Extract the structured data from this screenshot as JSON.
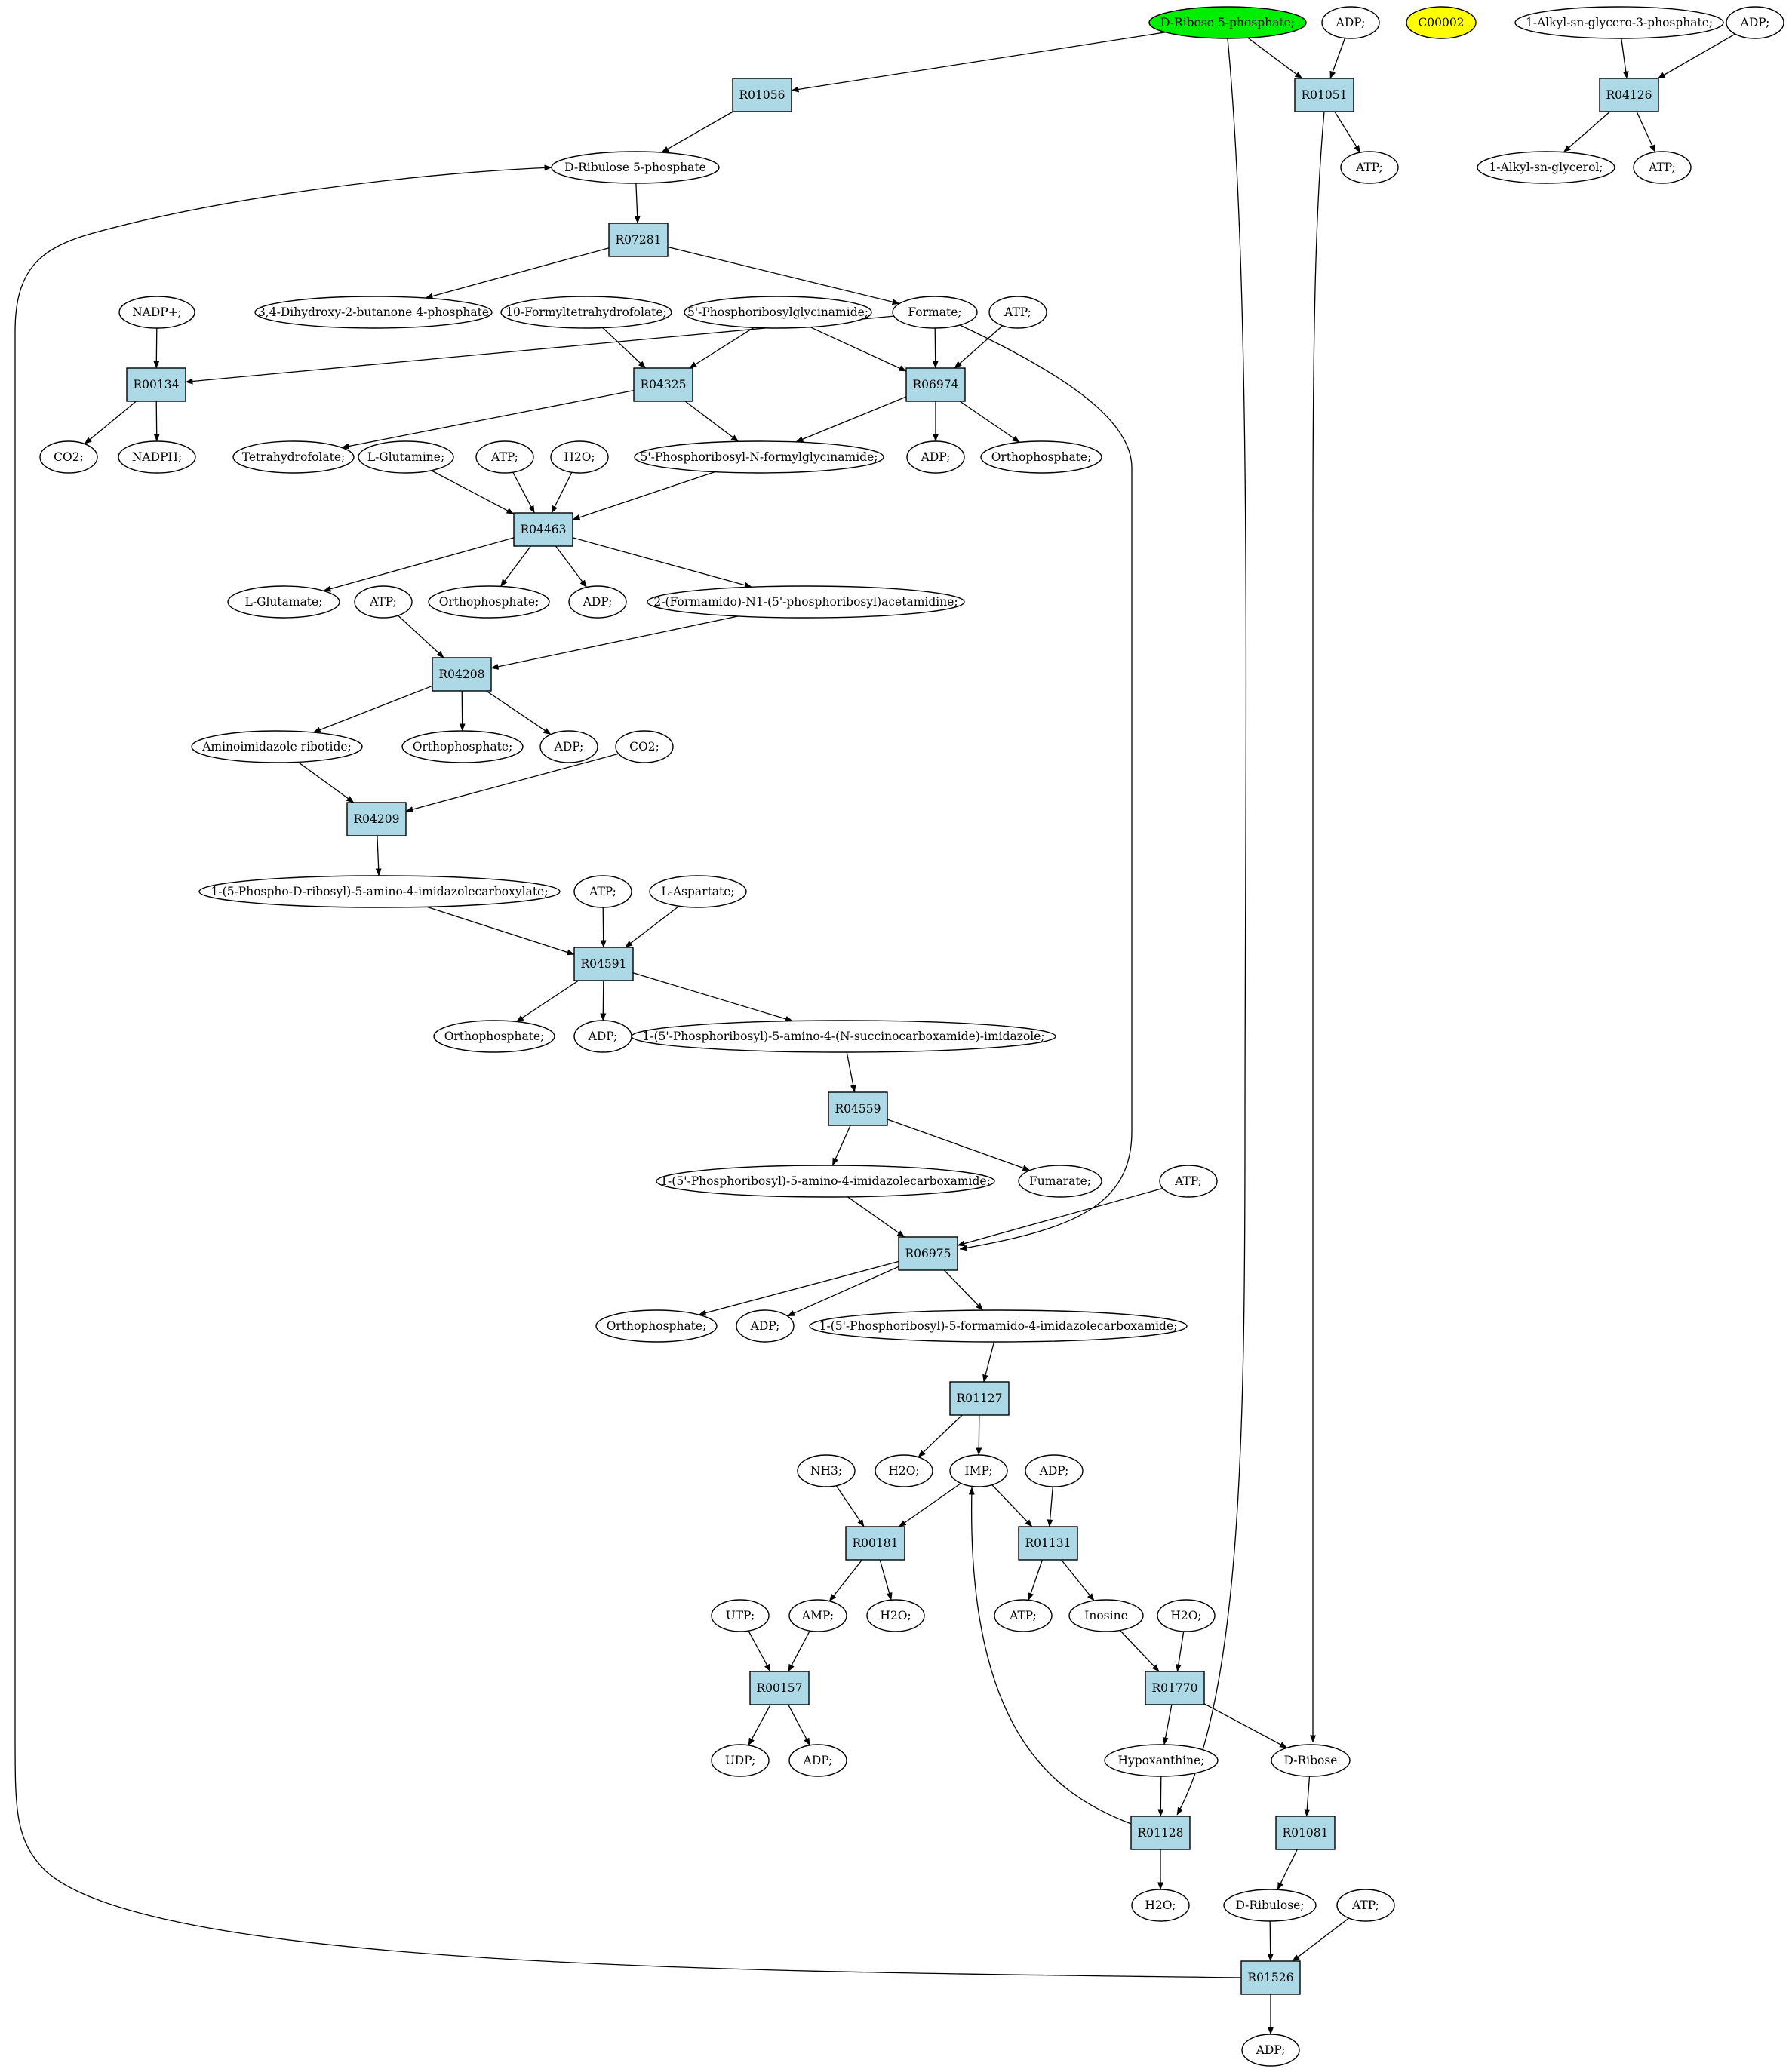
{
  "colors": {
    "reaction_fill": "#add8e6",
    "compound_fill": "#ffffff",
    "highlight_start": "#00ee00",
    "highlight_other": "#ffff00",
    "stroke": "#000000"
  },
  "nodes": [
    {
      "id": "c_rib5p",
      "type": "compound",
      "label": "D-Ribose 5-phosphate;",
      "fill": "#00ee00"
    },
    {
      "id": "c_adp_a",
      "type": "compound",
      "label": "ADP;"
    },
    {
      "id": "c_c00002",
      "type": "compound",
      "label": "C00002",
      "fill": "#ffff00"
    },
    {
      "id": "c_alkylg3p",
      "type": "compound",
      "label": "1-Alkyl-sn-glycero-3-phosphate;"
    },
    {
      "id": "c_adp_b",
      "type": "compound",
      "label": "ADP;"
    },
    {
      "id": "r_R01056",
      "type": "reaction",
      "label": "R01056"
    },
    {
      "id": "r_R01051",
      "type": "reaction",
      "label": "R01051"
    },
    {
      "id": "r_R04126",
      "type": "reaction",
      "label": "R04126"
    },
    {
      "id": "c_ribulose5p",
      "type": "compound",
      "label": "D-Ribulose 5-phosphate"
    },
    {
      "id": "c_atp_a",
      "type": "compound",
      "label": "ATP;"
    },
    {
      "id": "c_alkylg",
      "type": "compound",
      "label": "1-Alkyl-sn-glycerol;"
    },
    {
      "id": "c_atp_b",
      "type": "compound",
      "label": "ATP;"
    },
    {
      "id": "r_R07281",
      "type": "reaction",
      "label": "R07281"
    },
    {
      "id": "c_nadp",
      "type": "compound",
      "label": "NADP+;"
    },
    {
      "id": "c_dhbp",
      "type": "compound",
      "label": "3,4-Dihydroxy-2-butanone 4-phosphate"
    },
    {
      "id": "c_fthf",
      "type": "compound",
      "label": "10-Formyltetrahydrofolate;"
    },
    {
      "id": "c_gar",
      "type": "compound",
      "label": "5'-Phosphoribosylglycinamide;"
    },
    {
      "id": "c_formate",
      "type": "compound",
      "label": "Formate;"
    },
    {
      "id": "c_atp_c",
      "type": "compound",
      "label": "ATP;"
    },
    {
      "id": "r_R00134",
      "type": "reaction",
      "label": "R00134"
    },
    {
      "id": "r_R04325",
      "type": "reaction",
      "label": "R04325"
    },
    {
      "id": "r_R06974",
      "type": "reaction",
      "label": "R06974"
    },
    {
      "id": "c_co2_a",
      "type": "compound",
      "label": "CO2;"
    },
    {
      "id": "c_nadph",
      "type": "compound",
      "label": "NADPH;"
    },
    {
      "id": "c_thf",
      "type": "compound",
      "label": "Tetrahydrofolate;"
    },
    {
      "id": "c_lgln",
      "type": "compound",
      "label": "L-Glutamine;"
    },
    {
      "id": "c_atp_d",
      "type": "compound",
      "label": "ATP;"
    },
    {
      "id": "c_h2o_a",
      "type": "compound",
      "label": "H2O;"
    },
    {
      "id": "c_fgar",
      "type": "compound",
      "label": "5'-Phosphoribosyl-N-formylglycinamide;"
    },
    {
      "id": "c_adp_c",
      "type": "compound",
      "label": "ADP;"
    },
    {
      "id": "c_pi_a",
      "type": "compound",
      "label": "Orthophosphate;"
    },
    {
      "id": "r_R04463",
      "type": "reaction",
      "label": "R04463"
    },
    {
      "id": "c_lglu",
      "type": "compound",
      "label": "L-Glutamate;"
    },
    {
      "id": "c_pi_b",
      "type": "compound",
      "label": "Orthophosphate;"
    },
    {
      "id": "c_adp_d",
      "type": "compound",
      "label": "ADP;"
    },
    {
      "id": "c_fgam",
      "type": "compound",
      "label": "2-(Formamido)-N1-(5'-phosphoribosyl)acetamidine;"
    },
    {
      "id": "c_atp_e",
      "type": "compound",
      "label": "ATP;"
    },
    {
      "id": "r_R04208",
      "type": "reaction",
      "label": "R04208"
    },
    {
      "id": "c_air",
      "type": "compound",
      "label": "Aminoimidazole ribotide;"
    },
    {
      "id": "c_pi_c",
      "type": "compound",
      "label": "Orthophosphate;"
    },
    {
      "id": "c_adp_e",
      "type": "compound",
      "label": "ADP;"
    },
    {
      "id": "c_co2_b",
      "type": "compound",
      "label": "CO2;"
    },
    {
      "id": "r_R04209",
      "type": "reaction",
      "label": "R04209"
    },
    {
      "id": "c_cair",
      "type": "compound",
      "label": "1-(5-Phospho-D-ribosyl)-5-amino-4-imidazolecarboxylate;"
    },
    {
      "id": "c_atp_f",
      "type": "compound",
      "label": "ATP;"
    },
    {
      "id": "c_lasp",
      "type": "compound",
      "label": "L-Aspartate;"
    },
    {
      "id": "r_R04591",
      "type": "reaction",
      "label": "R04591"
    },
    {
      "id": "c_pi_d",
      "type": "compound",
      "label": "Orthophosphate;"
    },
    {
      "id": "c_adp_f",
      "type": "compound",
      "label": "ADP;"
    },
    {
      "id": "c_saicar",
      "type": "compound",
      "label": "1-(5'-Phosphoribosyl)-5-amino-4-(N-succinocarboxamide)-imidazole;"
    },
    {
      "id": "r_R04559",
      "type": "reaction",
      "label": "R04559"
    },
    {
      "id": "c_aicar",
      "type": "compound",
      "label": "1-(5'-Phosphoribosyl)-5-amino-4-imidazolecarboxamide;"
    },
    {
      "id": "c_fumarate",
      "type": "compound",
      "label": "Fumarate;"
    },
    {
      "id": "c_atp_g",
      "type": "compound",
      "label": "ATP;"
    },
    {
      "id": "r_R06975",
      "type": "reaction",
      "label": "R06975"
    },
    {
      "id": "c_pi_e",
      "type": "compound",
      "label": "Orthophosphate;"
    },
    {
      "id": "c_adp_g",
      "type": "compound",
      "label": "ADP;"
    },
    {
      "id": "c_faicar",
      "type": "compound",
      "label": "1-(5'-Phosphoribosyl)-5-formamido-4-imidazolecarboxamide;"
    },
    {
      "id": "r_R01127",
      "type": "reaction",
      "label": "R01127"
    },
    {
      "id": "c_nh3",
      "type": "compound",
      "label": "NH3;"
    },
    {
      "id": "c_h2o_b",
      "type": "compound",
      "label": "H2O;"
    },
    {
      "id": "c_imp",
      "type": "compound",
      "label": "IMP;"
    },
    {
      "id": "c_adp_h",
      "type": "compound",
      "label": "ADP;"
    },
    {
      "id": "r_R00181",
      "type": "reaction",
      "label": "R00181"
    },
    {
      "id": "r_R01131",
      "type": "reaction",
      "label": "R01131"
    },
    {
      "id": "c_utp",
      "type": "compound",
      "label": "UTP;"
    },
    {
      "id": "c_amp",
      "type": "compound",
      "label": "AMP;"
    },
    {
      "id": "c_h2o_c",
      "type": "compound",
      "label": "H2O;"
    },
    {
      "id": "c_atp_h",
      "type": "compound",
      "label": "ATP;"
    },
    {
      "id": "c_inosine",
      "type": "compound",
      "label": "Inosine"
    },
    {
      "id": "c_h2o_d",
      "type": "compound",
      "label": "H2O;"
    },
    {
      "id": "r_R00157",
      "type": "reaction",
      "label": "R00157"
    },
    {
      "id": "r_R01770",
      "type": "reaction",
      "label": "R01770"
    },
    {
      "id": "c_udp",
      "type": "compound",
      "label": "UDP;"
    },
    {
      "id": "c_adp_i",
      "type": "compound",
      "label": "ADP;"
    },
    {
      "id": "c_hypox",
      "type": "compound",
      "label": "Hypoxanthine;"
    },
    {
      "id": "c_dribose",
      "type": "compound",
      "label": "D-Ribose"
    },
    {
      "id": "r_R01128",
      "type": "reaction",
      "label": "R01128"
    },
    {
      "id": "r_R01081",
      "type": "reaction",
      "label": "R01081"
    },
    {
      "id": "c_h2o_e",
      "type": "compound",
      "label": "H2O;"
    },
    {
      "id": "c_dribulose",
      "type": "compound",
      "label": "D-Ribulose;"
    },
    {
      "id": "c_atp_i",
      "type": "compound",
      "label": "ATP;"
    },
    {
      "id": "r_R01526",
      "type": "reaction",
      "label": "R01526"
    },
    {
      "id": "c_adp_j",
      "type": "compound",
      "label": "ADP;"
    }
  ],
  "edges": [
    [
      "c_rib5p",
      "r_R01056"
    ],
    [
      "c_rib5p",
      "r_R01051"
    ],
    [
      "c_rib5p",
      "r_R01128"
    ],
    [
      "c_adp_a",
      "r_R01051"
    ],
    [
      "r_R01051",
      "c_atp_a"
    ],
    [
      "r_R01051",
      "c_dribose"
    ],
    [
      "c_alkylg3p",
      "r_R04126"
    ],
    [
      "c_adp_b",
      "r_R04126"
    ],
    [
      "r_R04126",
      "c_alkylg"
    ],
    [
      "r_R04126",
      "c_atp_b"
    ],
    [
      "r_R01056",
      "c_ribulose5p"
    ],
    [
      "c_ribulose5p",
      "r_R07281"
    ],
    [
      "r_R07281",
      "c_dhbp"
    ],
    [
      "r_R07281",
      "c_formate"
    ],
    [
      "c_nadp",
      "r_R00134"
    ],
    [
      "c_formate",
      "r_R00134"
    ],
    [
      "r_R00134",
      "c_co2_a"
    ],
    [
      "r_R00134",
      "c_nadph"
    ],
    [
      "c_fthf",
      "r_R04325"
    ],
    [
      "c_gar",
      "r_R04325"
    ],
    [
      "r_R04325",
      "c_thf"
    ],
    [
      "r_R04325",
      "c_fgar"
    ],
    [
      "c_gar",
      "r_R06974"
    ],
    [
      "c_formate",
      "r_R06974"
    ],
    [
      "c_atp_c",
      "r_R06974"
    ],
    [
      "r_R06974",
      "c_fgar"
    ],
    [
      "r_R06974",
      "c_adp_c"
    ],
    [
      "r_R06974",
      "c_pi_a"
    ],
    [
      "c_formate",
      "r_R06975"
    ],
    [
      "c_lgln",
      "r_R04463"
    ],
    [
      "c_atp_d",
      "r_R04463"
    ],
    [
      "c_h2o_a",
      "r_R04463"
    ],
    [
      "c_fgar",
      "r_R04463"
    ],
    [
      "r_R04463",
      "c_lglu"
    ],
    [
      "r_R04463",
      "c_pi_b"
    ],
    [
      "r_R04463",
      "c_adp_d"
    ],
    [
      "r_R04463",
      "c_fgam"
    ],
    [
      "c_atp_e",
      "r_R04208"
    ],
    [
      "c_fgam",
      "r_R04208"
    ],
    [
      "r_R04208",
      "c_air"
    ],
    [
      "r_R04208",
      "c_pi_c"
    ],
    [
      "r_R04208",
      "c_adp_e"
    ],
    [
      "c_air",
      "r_R04209"
    ],
    [
      "c_co2_b",
      "r_R04209"
    ],
    [
      "r_R04209",
      "c_cair"
    ],
    [
      "c_cair",
      "r_R04591"
    ],
    [
      "c_atp_f",
      "r_R04591"
    ],
    [
      "c_lasp",
      "r_R04591"
    ],
    [
      "r_R04591",
      "c_pi_d"
    ],
    [
      "r_R04591",
      "c_adp_f"
    ],
    [
      "r_R04591",
      "c_saicar"
    ],
    [
      "c_saicar",
      "r_R04559"
    ],
    [
      "r_R04559",
      "c_aicar"
    ],
    [
      "r_R04559",
      "c_fumarate"
    ],
    [
      "c_aicar",
      "r_R06975"
    ],
    [
      "c_atp_g",
      "r_R06975"
    ],
    [
      "r_R06975",
      "c_pi_e"
    ],
    [
      "r_R06975",
      "c_adp_g"
    ],
    [
      "r_R06975",
      "c_faicar"
    ],
    [
      "c_faicar",
      "r_R01127"
    ],
    [
      "r_R01127",
      "c_h2o_b"
    ],
    [
      "r_R01127",
      "c_imp"
    ],
    [
      "c_nh3",
      "r_R00181"
    ],
    [
      "c_imp",
      "r_R00181"
    ],
    [
      "r_R00181",
      "c_amp"
    ],
    [
      "r_R00181",
      "c_h2o_c"
    ],
    [
      "c_imp",
      "r_R01131"
    ],
    [
      "c_adp_h",
      "r_R01131"
    ],
    [
      "r_R01131",
      "c_atp_h"
    ],
    [
      "r_R01131",
      "c_inosine"
    ],
    [
      "c_utp",
      "r_R00157"
    ],
    [
      "c_amp",
      "r_R00157"
    ],
    [
      "r_R00157",
      "c_udp"
    ],
    [
      "r_R00157",
      "c_adp_i"
    ],
    [
      "c_inosine",
      "r_R01770"
    ],
    [
      "c_h2o_d",
      "r_R01770"
    ],
    [
      "r_R01770",
      "c_hypox"
    ],
    [
      "r_R01770",
      "c_dribose"
    ],
    [
      "c_hypox",
      "r_R01128"
    ],
    [
      "r_R01128",
      "c_h2o_e"
    ],
    [
      "r_R01128",
      "c_imp"
    ],
    [
      "c_dribose",
      "r_R01081"
    ],
    [
      "r_R01081",
      "c_dribulose"
    ],
    [
      "c_dribulose",
      "r_R01526"
    ],
    [
      "c_atp_i",
      "r_R01526"
    ],
    [
      "r_R01526",
      "c_adp_j"
    ],
    [
      "r_R01526",
      "c_ribulose5p"
    ]
  ]
}
